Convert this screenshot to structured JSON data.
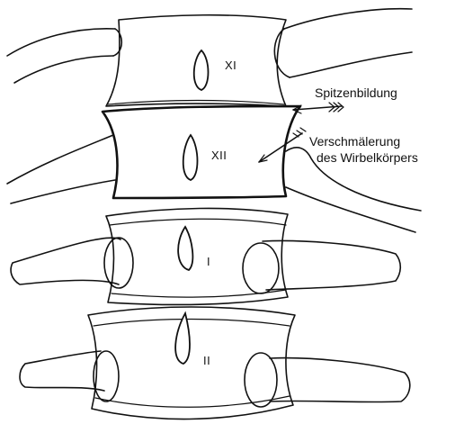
{
  "vertebrae": {
    "v11": "XI",
    "v12": "XII",
    "v1": "I",
    "v2": "II"
  },
  "annotations": {
    "spitzen": "Spitzenbildung",
    "versch_line1": "Verschmälerung",
    "versch_line2": "des Wirbelkörpers"
  }
}
